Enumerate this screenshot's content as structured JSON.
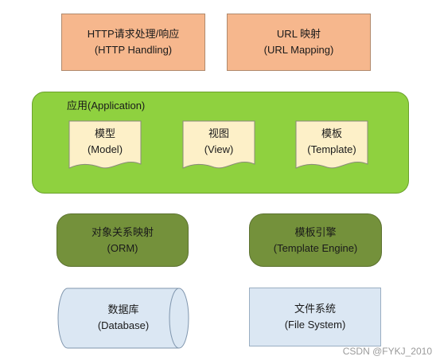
{
  "http": {
    "line1": "HTTP请求处理/响应",
    "line2": "(HTTP Handling)"
  },
  "url": {
    "line1": "URL 映射",
    "line2": "(URL Mapping)"
  },
  "app": {
    "title": "应用(Application)",
    "docs": [
      {
        "line1": "模型",
        "line2": "(Model)"
      },
      {
        "line1": "视图",
        "line2": "(View)"
      },
      {
        "line1": "模板",
        "line2": "(Template)"
      }
    ]
  },
  "orm": {
    "line1": "对象关系映射",
    "line2": "(ORM)"
  },
  "engine": {
    "line1": "模板引擎",
    "line2": "(Template Engine)"
  },
  "db": {
    "line1": "数据库",
    "line2": "(Database)"
  },
  "fs": {
    "line1": "文件系统",
    "line2": "(File System)"
  },
  "watermark": "CSDN @FYKJ_2010",
  "colors": {
    "orange": "#f6b78d",
    "green": "#8fd13f",
    "olive": "#74913b",
    "light_blue": "#dbe7f3",
    "doc": "#fdf0c8"
  }
}
